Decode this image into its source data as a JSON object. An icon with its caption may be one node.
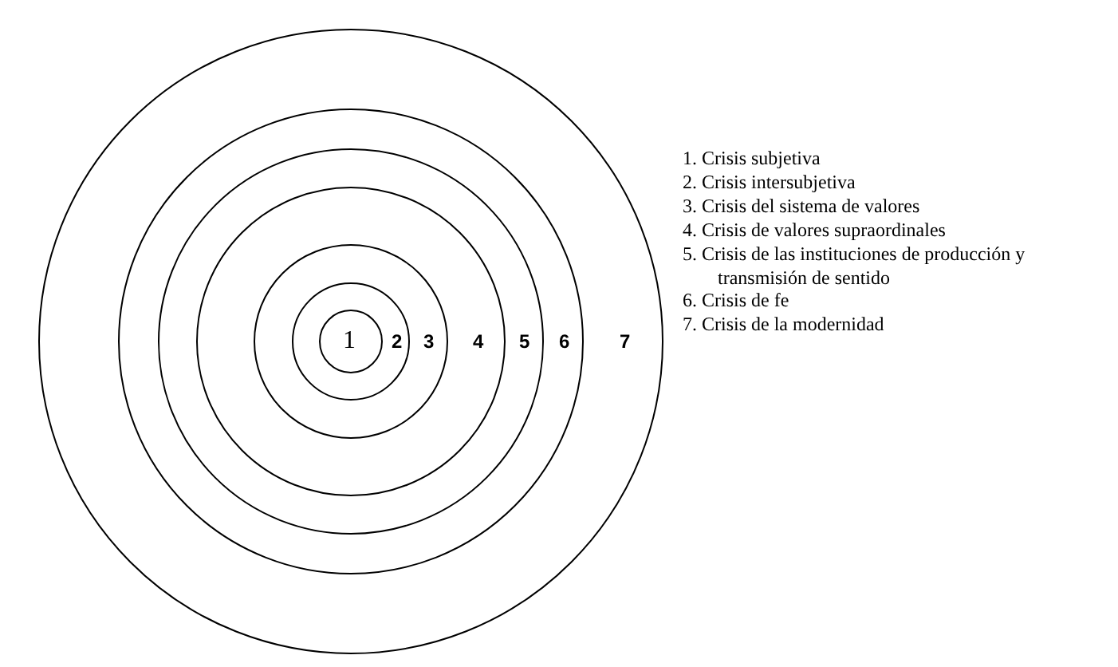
{
  "diagram": {
    "nodes": [
      {
        "text": [
          "7"
        ]
      },
      {
        "text": [
          "6"
        ],
        "in": 0
      },
      {
        "text": [
          "5"
        ],
        "in": 1
      },
      {
        "text": [
          "4"
        ],
        "in": 2
      },
      {
        "text": [
          "3"
        ],
        "in": 3
      },
      {
        "text": [
          "2"
        ],
        "in": 4
      },
      {
        "text": [
          "1"
        ],
        "in": 5
      }
    ],
    "labels": [
      "1. Crisis subjetiva",
      "2. Crisis intersubjetiva",
      "3. Crisis del sistema de valores",
      "4. Crisis de valores supraordinales",
      "5. Crisis de las instituciones de producción y transmisión de sentido",
      "6. Crisis de fe",
      "7. Crisis de la modernidad"
    ]
  }
}
